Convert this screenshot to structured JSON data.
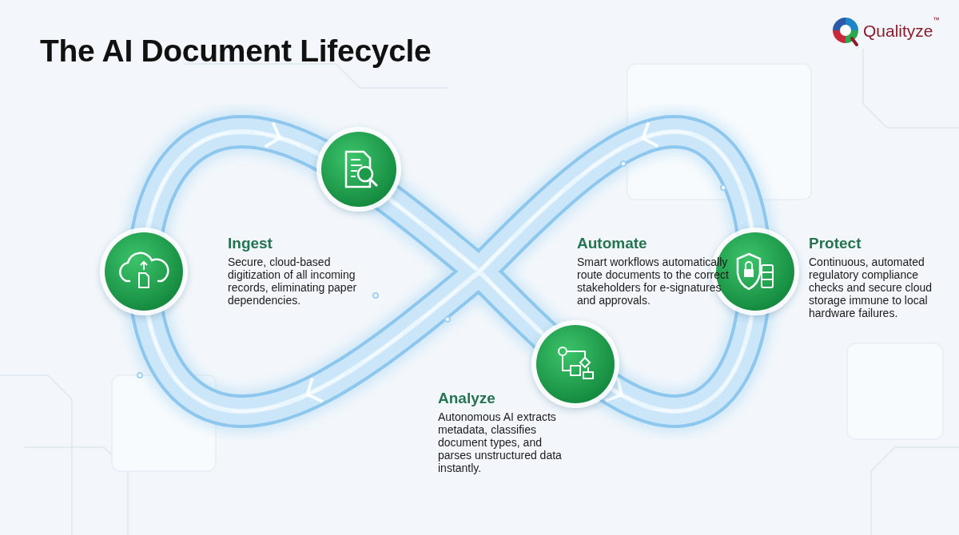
{
  "diagram": {
    "title": "The AI Document Lifecycle",
    "nodes": [
      {
        "text": [
          "Ingest",
          "Secure, cloud-based digitization of all incoming records, eliminating paper dependencies."
        ]
      },
      {
        "text": [
          "Automate",
          "Smart workflows automatically route documents to the correct stakeholders for e-signatures and approvals."
        ]
      },
      {
        "text": [
          "Protect",
          "Continuous, automated regulatory compliance checks and secure cloud storage immune to local hardware failures."
        ]
      },
      {
        "text": [
          "Analyze",
          "Autonomous AI extracts metadata, classifies document types, and parses unstructured data instantly."
        ]
      }
    ],
    "labels": [
      "Qualityze",
      "™"
    ]
  }
}
